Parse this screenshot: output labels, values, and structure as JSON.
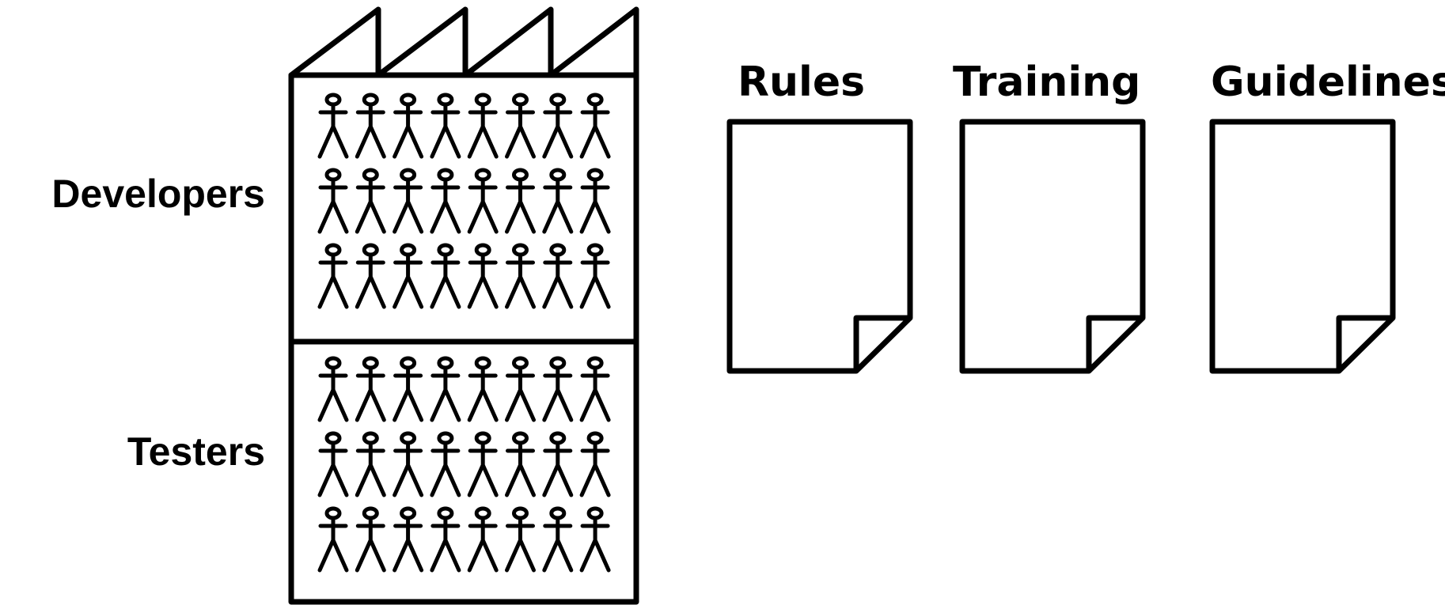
{
  "groups": [
    {
      "label": "Developers",
      "rows": 3,
      "people_per_row": 8
    },
    {
      "label": "Testers",
      "rows": 3,
      "people_per_row": 8
    }
  ],
  "documents": [
    {
      "label": "Rules"
    },
    {
      "label": "Training"
    },
    {
      "label": "Guidelines"
    }
  ],
  "icons": {
    "factory": "factory-icon",
    "person": "person-icon",
    "document": "document-icon"
  },
  "colors": {
    "stroke": "#000000",
    "background": "#ffffff"
  }
}
